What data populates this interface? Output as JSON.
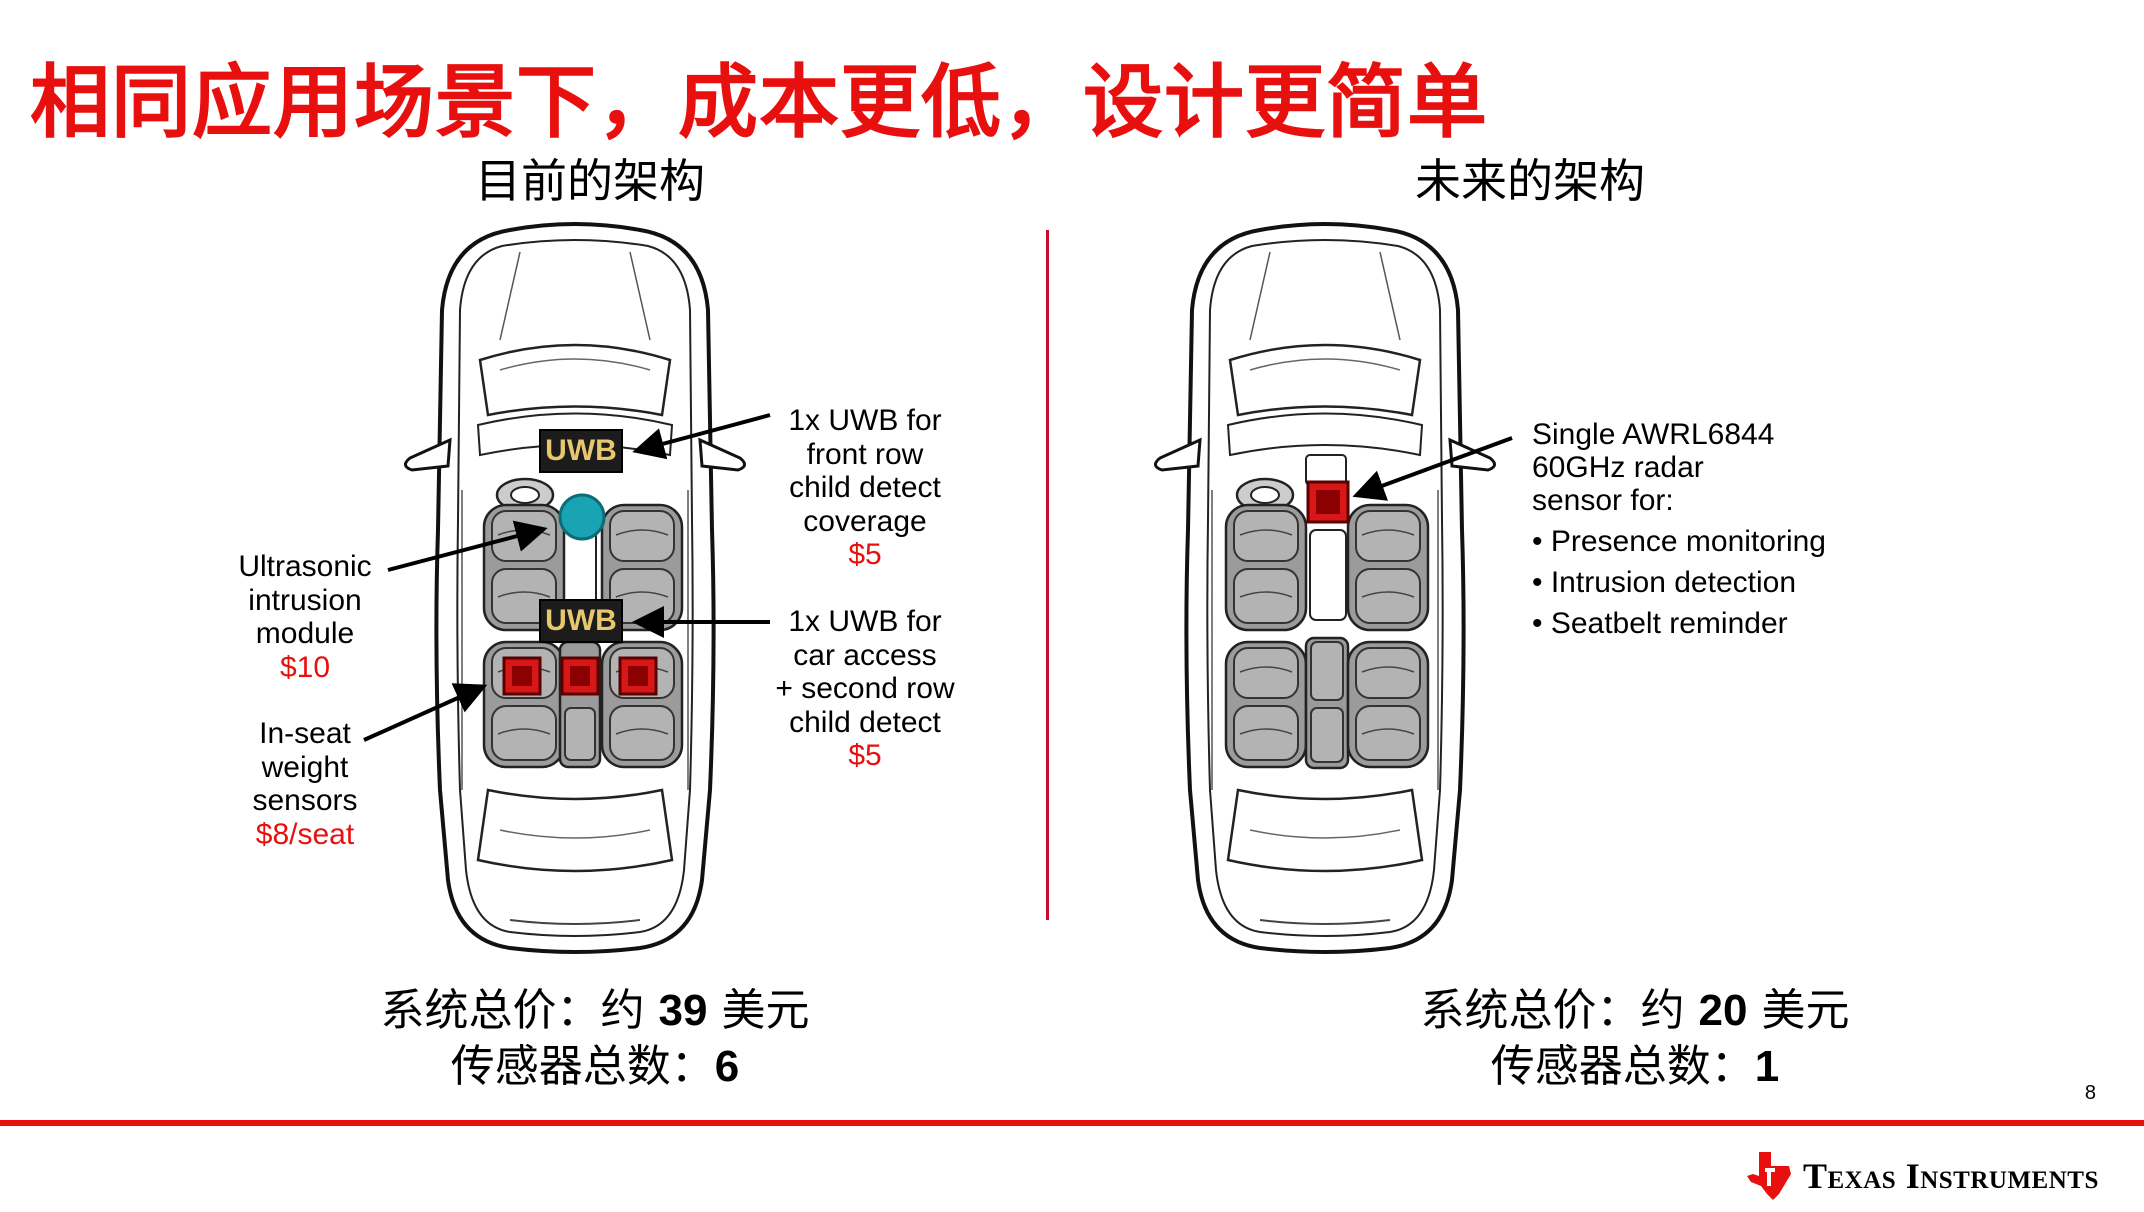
{
  "slide": {
    "title": "相同应用场景下，成本更低，设计更简单",
    "page_number": "8"
  },
  "left": {
    "heading": "目前的架构",
    "uwb_label": "UWB",
    "callouts": {
      "uwb_front": {
        "lines": [
          "1x UWB for",
          "front row",
          "child detect",
          "coverage"
        ],
        "price": "$5"
      },
      "uwb_access": {
        "lines": [
          "1x UWB for",
          "car access",
          "+ second row",
          "child detect"
        ],
        "price": "$5"
      },
      "ultrasonic": {
        "lines": [
          "Ultrasonic",
          "intrusion",
          "module"
        ],
        "price": "$10"
      },
      "weight": {
        "lines": [
          "In-seat",
          "weight",
          "sensors"
        ],
        "price": "$8/seat"
      }
    },
    "summary": {
      "cost_prefix": "系统总价：约 ",
      "cost_value": "39",
      "cost_suffix": " 美元",
      "count_prefix": "传感器总数：",
      "count_value": "6"
    }
  },
  "right": {
    "heading": "未来的架构",
    "callout": {
      "lines": [
        "Single AWRL6844",
        "60GHz radar",
        "sensor for:"
      ],
      "bullets": [
        "Presence monitoring",
        "Intrusion detection",
        "Seatbelt reminder"
      ]
    },
    "summary": {
      "cost_prefix": "系统总价：约 ",
      "cost_value": "20",
      "cost_suffix": " 美元",
      "count_prefix": "传感器总数：",
      "count_value": "1"
    }
  },
  "brand": {
    "logo_text": "Texas Instruments",
    "accent_color": "#e8100f",
    "uwb_text_color": "#e8c86e",
    "sensor_color": "#d81818",
    "ultrasonic_color": "#1aa3b3"
  }
}
